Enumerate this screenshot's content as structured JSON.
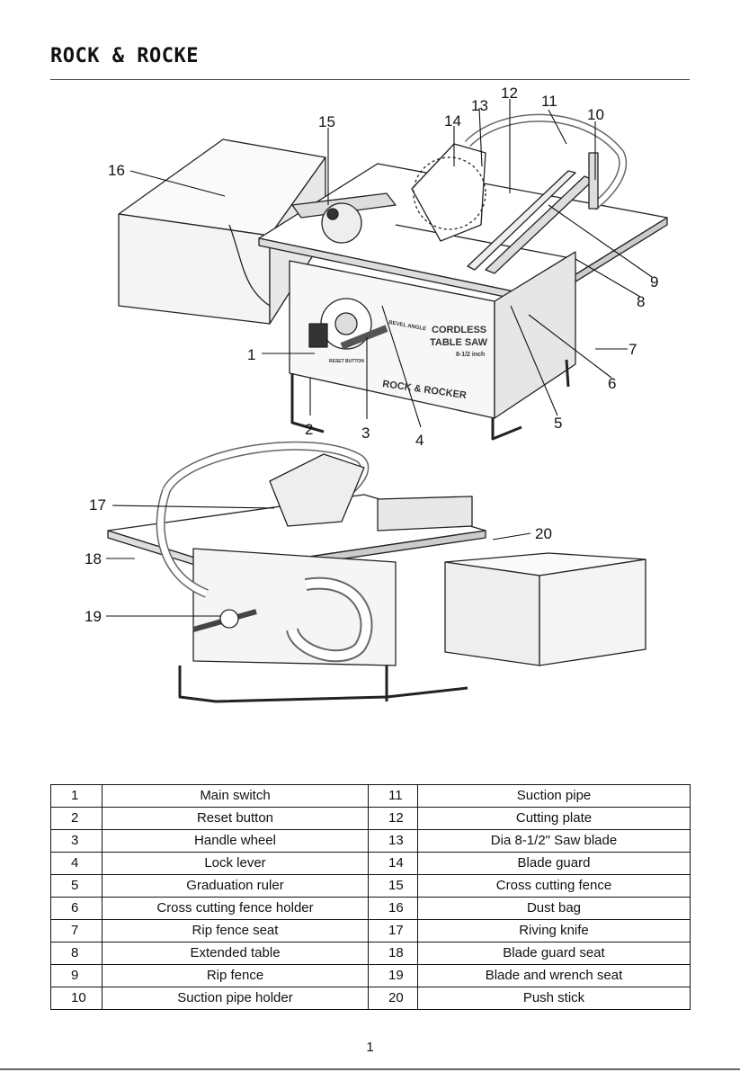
{
  "brand": "ROCK & ROCKER",
  "figure": {
    "callouts": [
      "1",
      "2",
      "3",
      "4",
      "5",
      "6",
      "7",
      "8",
      "9",
      "10",
      "11",
      "12",
      "13",
      "14",
      "15",
      "16",
      "17",
      "18",
      "19",
      "20"
    ],
    "machine_text": {
      "side_label_1": "CORDLESS",
      "side_label_2": "TABLE SAW",
      "side_label_3": "8-1/2 inch",
      "panel_logo": "ROCK & ROCKER",
      "switch_label": "RESET BUTTON",
      "bevel_label": "BEVEL ANGLE"
    }
  },
  "parts_table": {
    "rows": [
      {
        "n1": "1",
        "name1": "Main switch",
        "n2": "11",
        "name2": "Suction pipe"
      },
      {
        "n1": "2",
        "name1": "Reset button",
        "n2": "12",
        "name2": "Cutting plate"
      },
      {
        "n1": "3",
        "name1": "Handle wheel",
        "n2": "13",
        "name2": "Dia 8-1/2\" Saw blade"
      },
      {
        "n1": "4",
        "name1": "Lock lever",
        "n2": "14",
        "name2": "Blade guard"
      },
      {
        "n1": "5",
        "name1": "Graduation ruler",
        "n2": "15",
        "name2": "Cross cutting fence"
      },
      {
        "n1": "6",
        "name1": "Cross cutting fence holder",
        "n2": "16",
        "name2": "Dust bag"
      },
      {
        "n1": "7",
        "name1": "Rip fence seat",
        "n2": "17",
        "name2": "Riving knife"
      },
      {
        "n1": "8",
        "name1": "Extended table",
        "n2": "18",
        "name2": "Blade guard seat"
      },
      {
        "n1": "9",
        "name1": "Rip fence",
        "n2": "19",
        "name2": "Blade and wrench seat"
      },
      {
        "n1": "10",
        "name1": "Suction pipe holder",
        "n2": "20",
        "name2": "Push stick"
      }
    ]
  },
  "page_number": "1"
}
